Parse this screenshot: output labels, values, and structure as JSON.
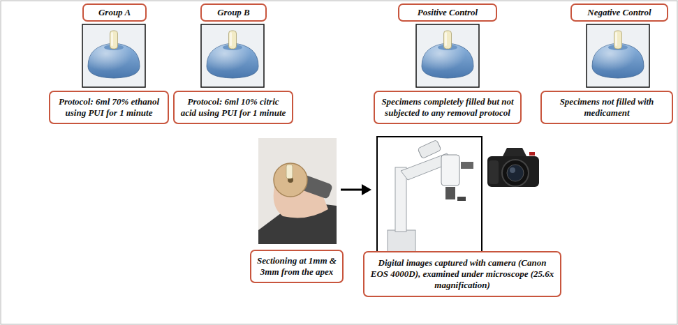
{
  "diagram": {
    "nodes": [
      {
        "text": [
          "Group A"
        ]
      },
      {
        "text": [
          "Group B"
        ]
      },
      {
        "text": [
          "Positive Control"
        ]
      },
      {
        "text": [
          "Negative Control"
        ]
      },
      {
        "text": [
          "Protocol: 6ml 70% ethanol using PUI for 1 minute"
        ]
      },
      {
        "text": [
          "Protocol: 6ml 10% citric acid using PUI for 1 minute"
        ]
      },
      {
        "text": [
          "Specimens completely filled but not subjected to any removal protocol"
        ]
      },
      {
        "text": [
          "Specimens not filled with medicament"
        ]
      },
      {
        "text": [
          "Sectioning at 1mm & 3mm from the apex"
        ]
      },
      {
        "text": [
          "Digital images captured with camera (Canon EOS 4000D), examined under microscope (25.6x magnification)"
        ]
      }
    ]
  }
}
